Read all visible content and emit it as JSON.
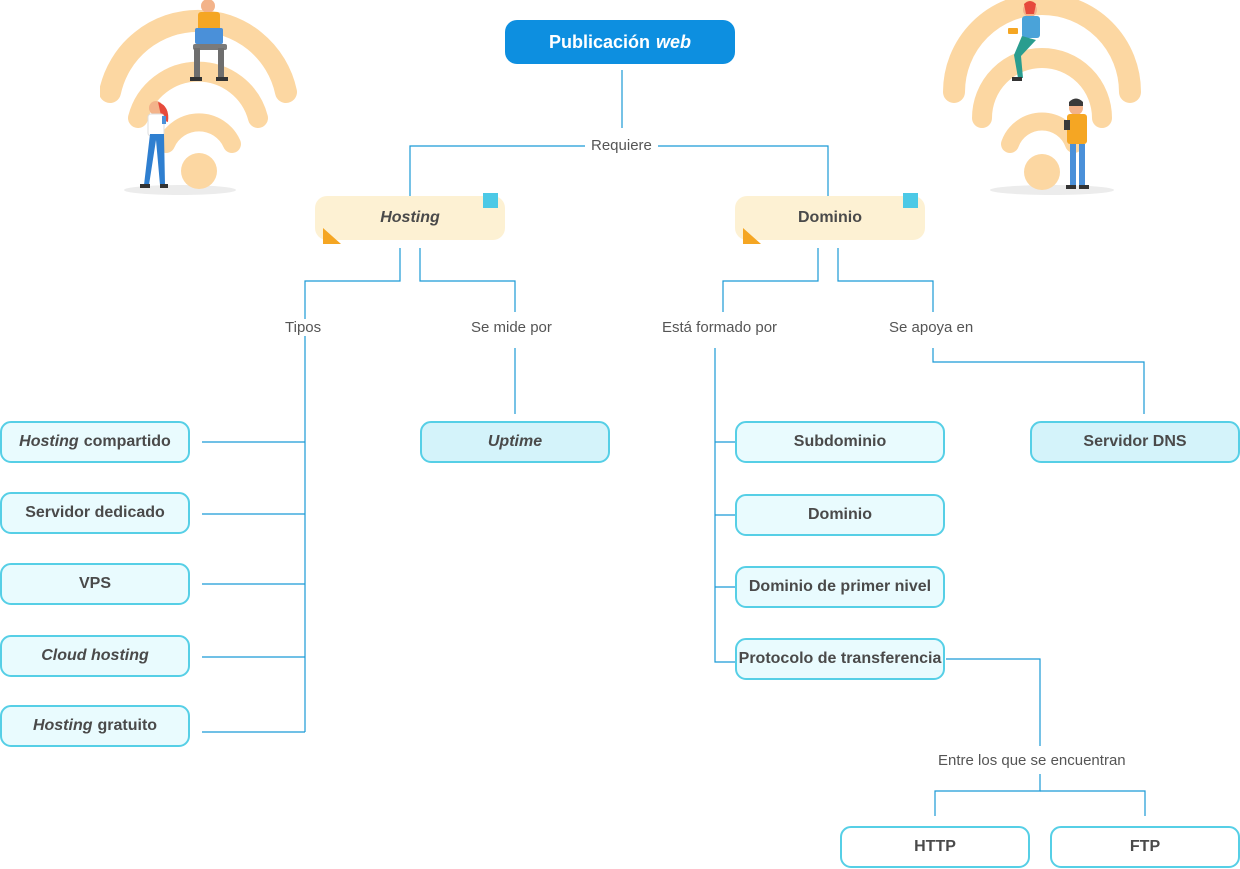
{
  "root": {
    "label": "Publicación",
    "label_em": "web"
  },
  "links": {
    "requires": "Requiere",
    "types": "Tipos",
    "measured_by": "Se mide por",
    "formed_by": "Está formado por",
    "relies_on": "Se apoya en",
    "among_them": "Entre los que se encuentran"
  },
  "hosting": {
    "label": "Hosting",
    "types": [
      {
        "em": "Hosting",
        "text": "compartido"
      },
      {
        "em": "",
        "text": "Servidor dedicado"
      },
      {
        "em": "",
        "text": "VPS"
      },
      {
        "em": "Cloud hosting",
        "text": ""
      },
      {
        "em": "Hosting",
        "text": "gratuito"
      }
    ],
    "metric": "Uptime"
  },
  "domain": {
    "label": "Dominio",
    "parts": [
      "Subdominio",
      "Dominio",
      "Dominio de primer nivel",
      "Protocolo de transferencia"
    ],
    "support": "Servidor DNS",
    "protocols": [
      "HTTP",
      "FTP"
    ]
  },
  "colors": {
    "root": "#0d8fe0",
    "connector": "#1a9ad6",
    "leaf_border": "#56cfe6",
    "leaf_fill": "#e9fbfe",
    "category_fill": "#fdf1d3",
    "accent_orange": "#f5a623",
    "accent_cyan": "#4cc9e6",
    "wifi": "#fcd7a2"
  },
  "icons": [
    "wifi-icon",
    "person-laptop-icon",
    "person-phone-icon"
  ]
}
